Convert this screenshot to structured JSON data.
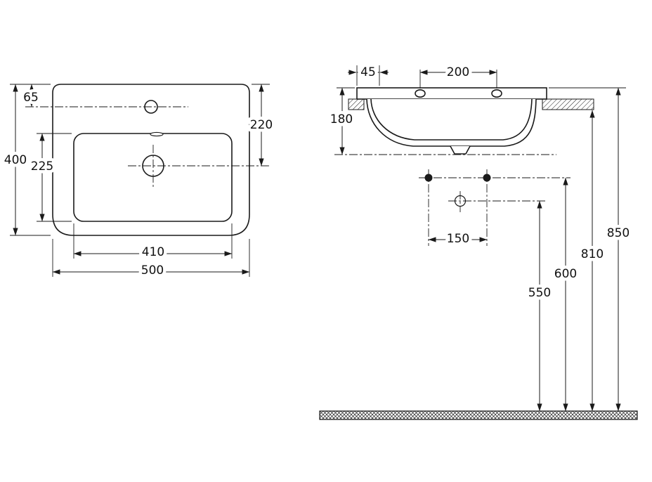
{
  "plan_view": {
    "overall_width": "500",
    "bowl_width": "410",
    "overall_depth": "400",
    "bowl_depth": "225",
    "tap_hole_offset": "65",
    "drain_offset": "220"
  },
  "front_view": {
    "ledge_depth": "45",
    "tap_hole_spacing": "200",
    "basin_height": "180",
    "fixing_hole_spacing": "150",
    "waste_outlet_height": "550",
    "fixing_hole_height": "600",
    "basin_underside_height": "810",
    "rim_height": "850"
  },
  "colors": {
    "line": "#1a1a1a",
    "background": "#ffffff"
  }
}
